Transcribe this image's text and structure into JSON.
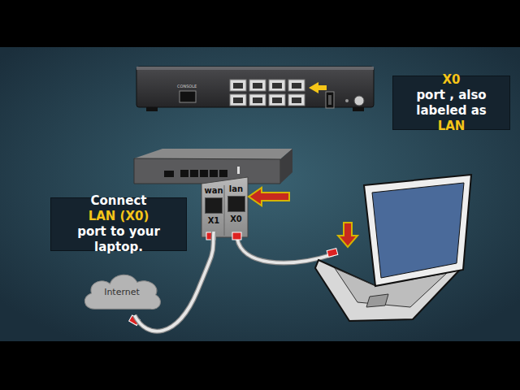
{
  "diagram": {
    "nodes": [
      {
        "text": [
          "X0",
          "port , also labeled as",
          "LAN"
        ]
      },
      {
        "text": [
          "Connect",
          "LAN (X0)",
          "port to your laptop."
        ]
      },
      {
        "text": [
          "wan",
          "X1"
        ]
      },
      {
        "text": [
          "lan",
          "X0"
        ]
      },
      {
        "text": [
          "Internet"
        ]
      }
    ],
    "edges": [
      {
        "from": 4,
        "to": 2,
        "arrow": "none"
      }
    ],
    "labels": [
      "CONSOLE"
    ]
  }
}
